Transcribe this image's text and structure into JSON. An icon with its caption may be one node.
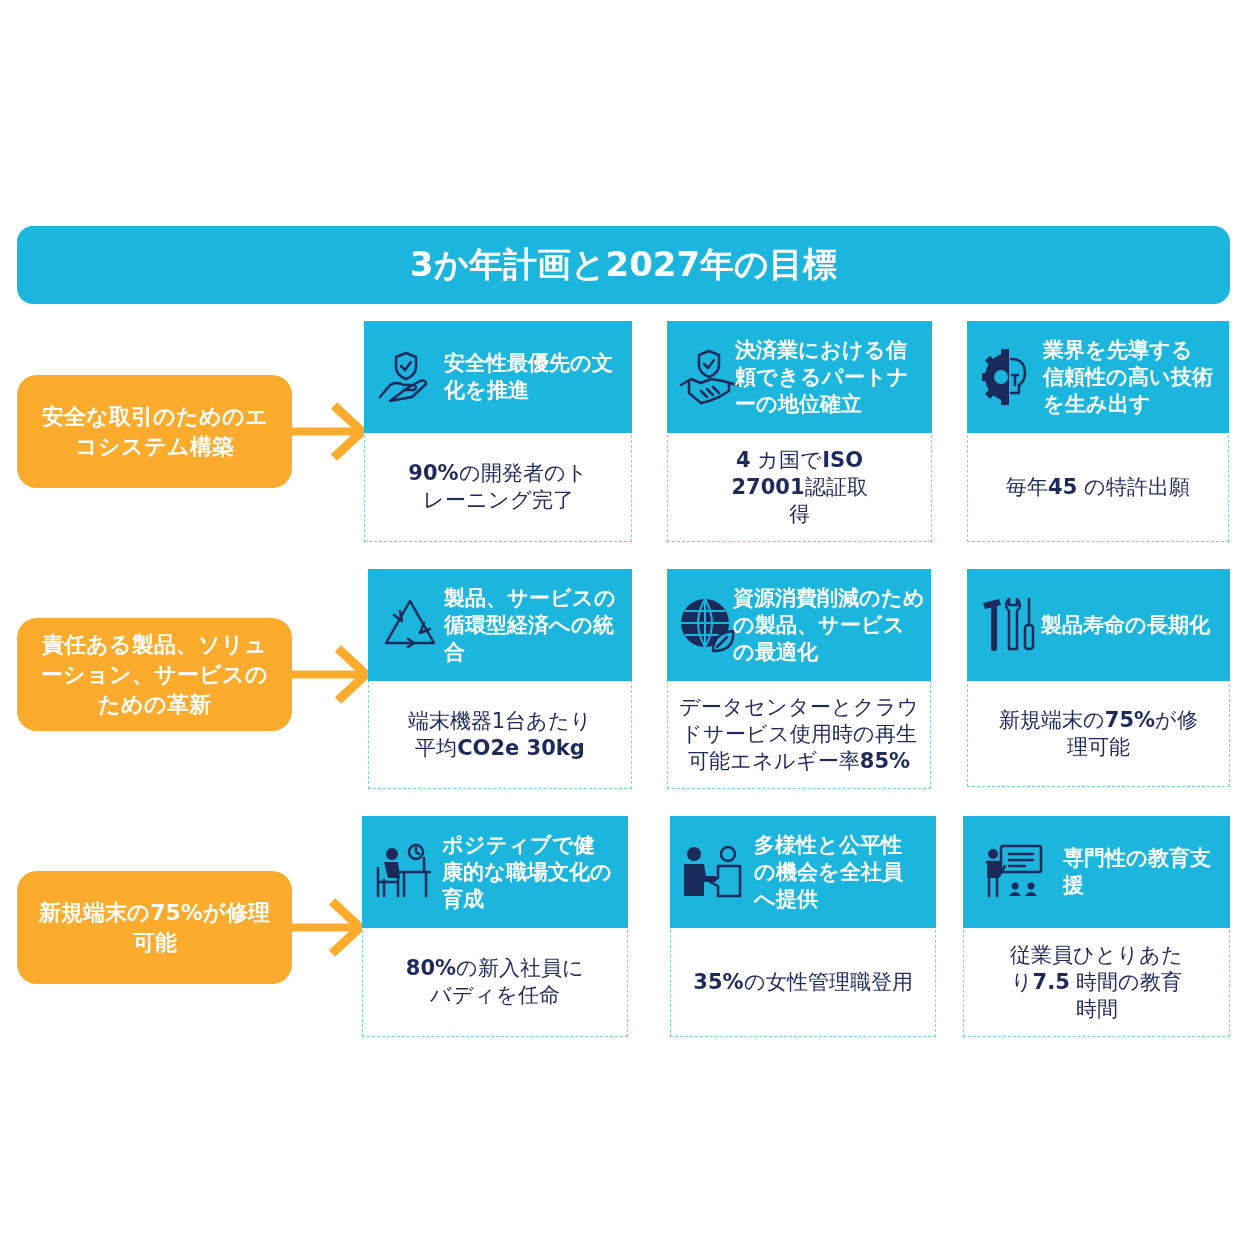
{
  "diagram": {
    "title": "3か年計画と2027年の目標",
    "nodes": [
      {
        "text": [
          "安全な取引のためのエコシステム構築"
        ]
      },
      {
        "text": [
          "安全性最優先の文化を推進",
          "**90%**の開発者のトレーニング完了"
        ]
      },
      {
        "text": [
          "決済業における信頼できるパートナーの地位確立",
          "**4** カ国で**ISO 27001**認証取得"
        ]
      },
      {
        "text": [
          "業界を先導する信頼性の高い技術を生み出す",
          "毎年**45** の特許出願"
        ]
      },
      {
        "text": [
          "責任ある製品、ソリューション、サービスのための革新"
        ]
      },
      {
        "text": [
          "製品、サービスの循環型経済への統合",
          "端末機器1台あたり平均**CO2e 30kg**"
        ]
      },
      {
        "text": [
          "資源消費削減のための製品、サービスの最適化",
          "データセンターとクラウドサービス使用時の再生可能エネルギー率**85%**"
        ]
      },
      {
        "text": [
          "製品寿命の長期化",
          "新規端末の**75%**が修理可能"
        ]
      },
      {
        "text": [
          "新規端末の75%が修理可能"
        ]
      },
      {
        "text": [
          "ポジティブで健康的な職場文化の育成",
          "**80%**の新入社員にバディを任命"
        ]
      },
      {
        "text": [
          "多様性と公平性の機会を全社員へ提供",
          "**35%**の女性管理職登用"
        ]
      },
      {
        "text": [
          "専門性の教育支援",
          "従業員ひとりあたり**7.5** 時間の教育時間"
        ]
      }
    ],
    "edges": [
      {
        "from": 0,
        "to": 1,
        "arrow": "to"
      },
      {
        "from": 4,
        "to": 5,
        "arrow": "to"
      },
      {
        "from": 8,
        "to": 9,
        "arrow": "to"
      }
    ]
  }
}
